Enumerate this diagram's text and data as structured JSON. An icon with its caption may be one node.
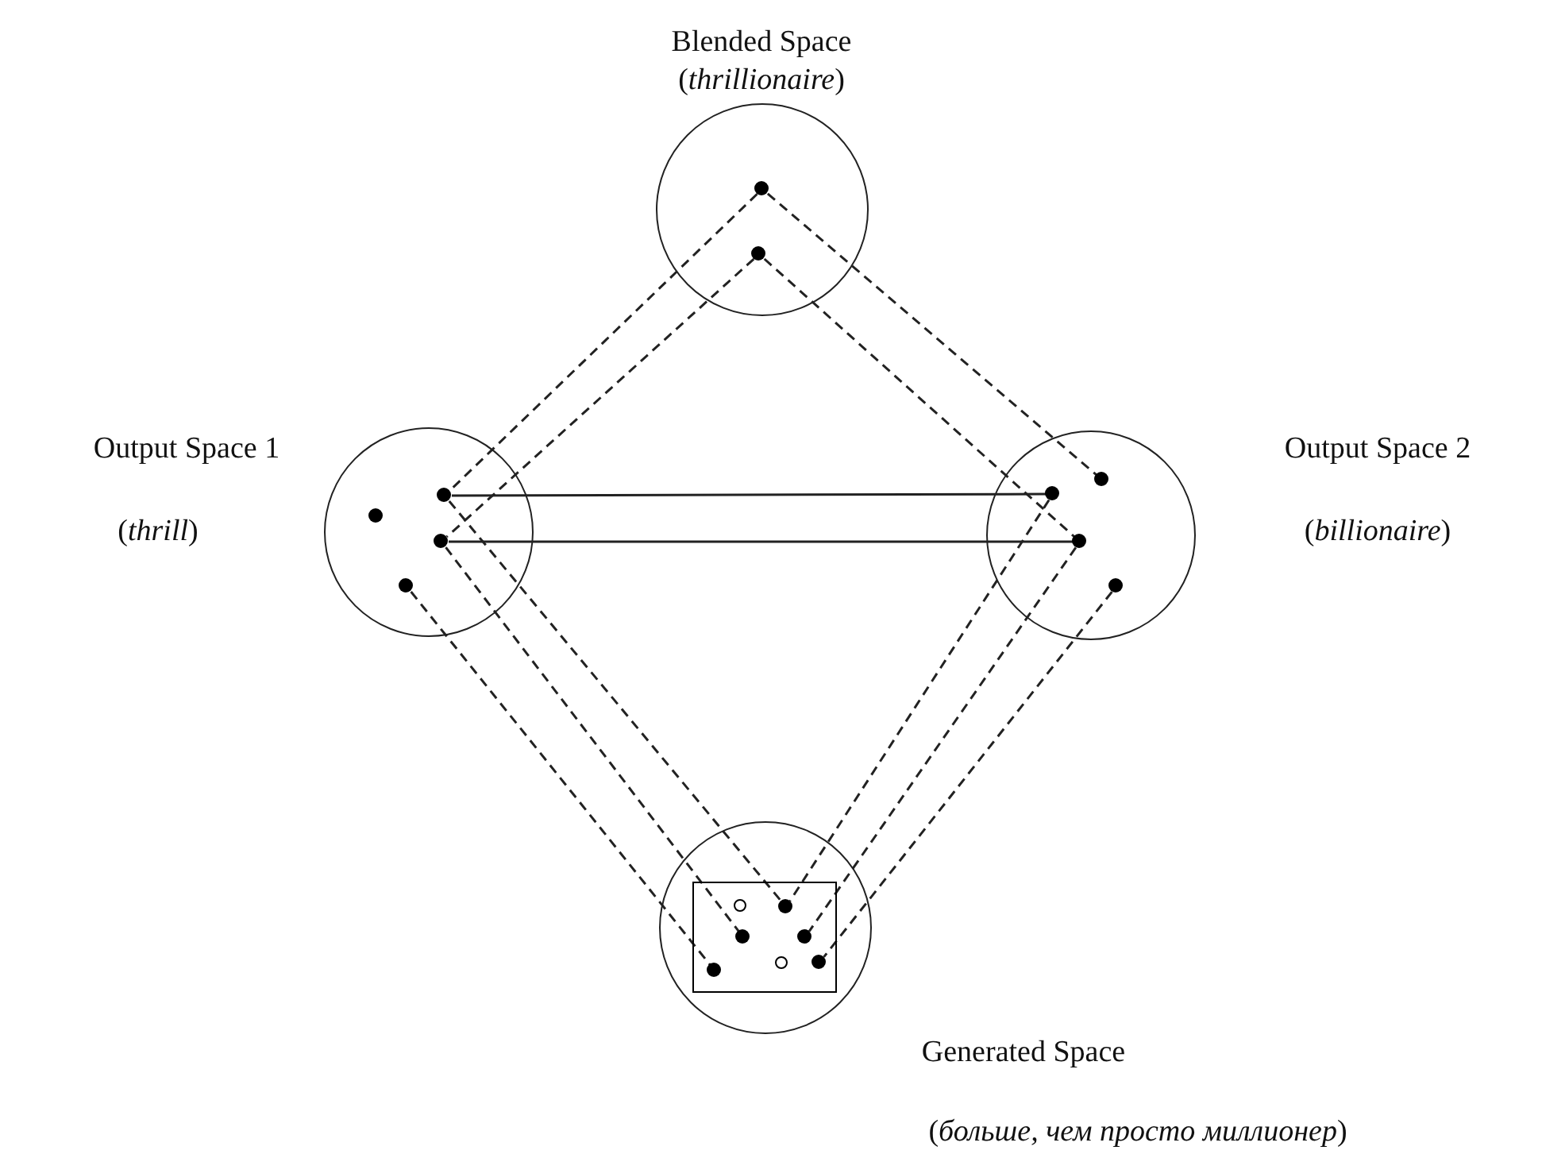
{
  "diagram": {
    "nodes": [
      {
        "text": [
          "Blended Space",
          "(*thrillionaire*)"
        ]
      },
      {
        "text": [],
        "shape": "dot",
        "in": 0
      },
      {
        "text": [],
        "shape": "dot",
        "in": 0
      },
      {
        "text": [
          "Output Space 1",
          "(*thrill*)"
        ]
      },
      {
        "text": [],
        "shape": "dot",
        "in": 3
      },
      {
        "text": [],
        "shape": "dot",
        "in": 3
      },
      {
        "text": [],
        "shape": "dot",
        "in": 3
      },
      {
        "text": [],
        "shape": "dot",
        "in": 3
      },
      {
        "text": [
          "Output Space 2",
          "(*billionaire*)"
        ]
      },
      {
        "text": [],
        "shape": "dot",
        "in": 8
      },
      {
        "text": [],
        "shape": "dot",
        "in": 8
      },
      {
        "text": [],
        "shape": "dot",
        "in": 8
      },
      {
        "text": [],
        "shape": "dot",
        "in": 8
      },
      {
        "text": [
          "Generated Space",
          "(*больше, чем просто миллионер*)"
        ]
      },
      {
        "text": [],
        "shape": "box",
        "in": 13
      },
      {
        "text": [],
        "shape": "circle",
        "in": 14
      },
      {
        "text": [],
        "shape": "dot",
        "in": 14
      },
      {
        "text": [],
        "shape": "dot",
        "in": 14
      },
      {
        "text": [],
        "shape": "dot",
        "in": 14
      },
      {
        "text": [],
        "shape": "dot",
        "in": 14
      },
      {
        "text": [],
        "shape": "circle",
        "in": 14
      },
      {
        "text": [],
        "shape": "dot",
        "in": 14
      }
    ],
    "edges": [
      {
        "from": 1,
        "to": 5,
        "arrow": "none",
        "style": "dashed"
      },
      {
        "from": 1,
        "to": 9,
        "arrow": "none",
        "style": "dashed"
      },
      {
        "from": 2,
        "to": 6,
        "arrow": "none",
        "style": "dashed"
      },
      {
        "from": 2,
        "to": 11,
        "arrow": "none",
        "style": "dashed"
      },
      {
        "from": 5,
        "to": 10,
        "arrow": "none"
      },
      {
        "from": 6,
        "to": 11,
        "arrow": "none"
      },
      {
        "from": 5,
        "to": 16,
        "arrow": "none",
        "style": "dashed"
      },
      {
        "from": 6,
        "to": 17,
        "arrow": "none",
        "style": "dashed"
      },
      {
        "from": 7,
        "to": 19,
        "arrow": "none",
        "style": "dashed"
      },
      {
        "from": 10,
        "to": 16,
        "arrow": "none",
        "style": "dashed"
      },
      {
        "from": 11,
        "to": 18,
        "arrow": "none",
        "style": "dashed"
      },
      {
        "from": 12,
        "to": 21,
        "arrow": "none",
        "style": "dashed"
      }
    ]
  }
}
